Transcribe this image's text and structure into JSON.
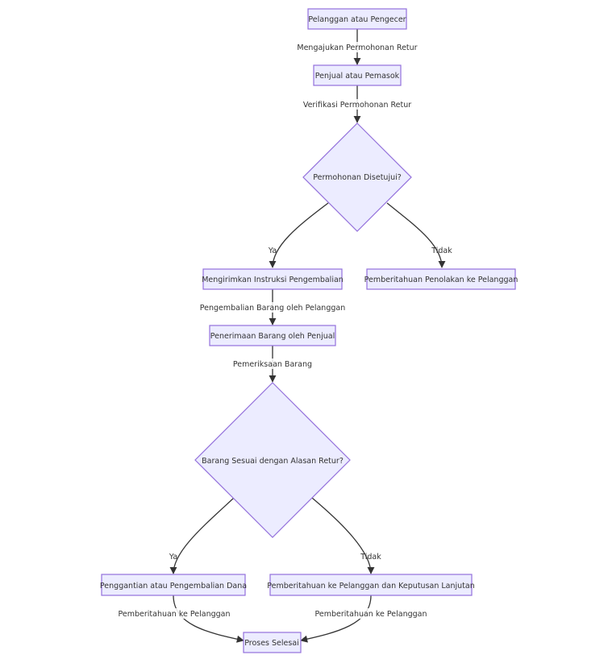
{
  "nodes": {
    "customer": "Pelanggan atau Pengecer",
    "seller": "Penjual atau Pemasok",
    "decision_approved": "Permohonan Disetujui?",
    "send_instructions": "Mengirimkan Instruksi Pengembalian",
    "rejection_notice": "Pemberitahuan Penolakan ke Pelanggan",
    "receipt_by_seller": "Penerimaan Barang oleh Penjual",
    "decision_match": "Barang Sesuai dengan Alasan Retur?",
    "replacement_refund": "Penggantian atau Pengembalian Dana",
    "notify_followup": "Pemberitahuan ke Pelanggan dan Keputusan Lanjutan",
    "process_done": "Proses Selesai"
  },
  "edges": {
    "submit_request": "Mengajukan Permohonan Retur",
    "verify_request": "Verifikasi Permohonan Retur",
    "approved_yes": "Ya",
    "approved_no": "Tidak",
    "return_by_customer": "Pengembalian Barang oleh Pelanggan",
    "inspection": "Pemeriksaan Barang",
    "match_yes": "Ya",
    "match_no": "Tidak",
    "notify_left": "Pemberitahuan ke Pelanggan",
    "notify_right": "Pemberitahuan ke Pelanggan"
  },
  "colors": {
    "node_fill": "#ececff",
    "node_stroke": "#9370db",
    "edge": "#333333",
    "text": "#333333"
  }
}
